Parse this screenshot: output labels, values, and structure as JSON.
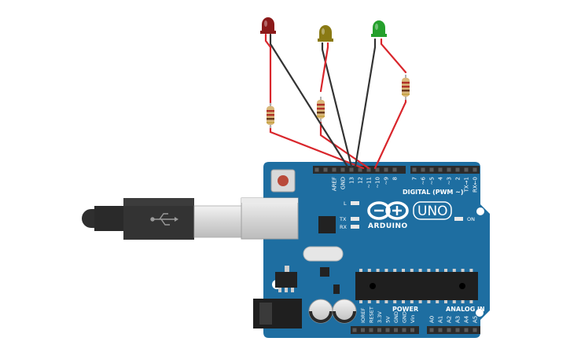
{
  "board": {
    "brand": "ARDUINO",
    "model": "UNO",
    "color": "#1e6ea1",
    "digital_header_label": "DIGITAL (PWM ~)",
    "power_header_label": "POWER",
    "analog_header_label": "ANALOG IN",
    "led_labels": {
      "l": "L",
      "tx": "TX",
      "rx": "RX",
      "on": "ON"
    },
    "digital_pins": [
      "AREF",
      "GND",
      "13",
      "12",
      "~11",
      "~10",
      "~9",
      "8",
      "7",
      "~6",
      "~5",
      "4",
      "~3",
      "2",
      "TX→1",
      "RX←0"
    ],
    "power_pins": [
      "IOREF",
      "RESET",
      "3.3V",
      "5V",
      "GND",
      "GND",
      "Vin"
    ],
    "analog_pins": [
      "A0",
      "A1",
      "A2",
      "A3",
      "A4",
      "A5"
    ]
  },
  "leds": [
    {
      "name": "led-red",
      "color": "#8b1a1a"
    },
    {
      "name": "led-yellow",
      "color": "#8a7a14"
    },
    {
      "name": "led-green",
      "color": "#25a02c"
    }
  ],
  "wire_colors": {
    "signal": "#d9262c",
    "ground": "#333333"
  },
  "usb_cable_color": "#2f2f2f"
}
